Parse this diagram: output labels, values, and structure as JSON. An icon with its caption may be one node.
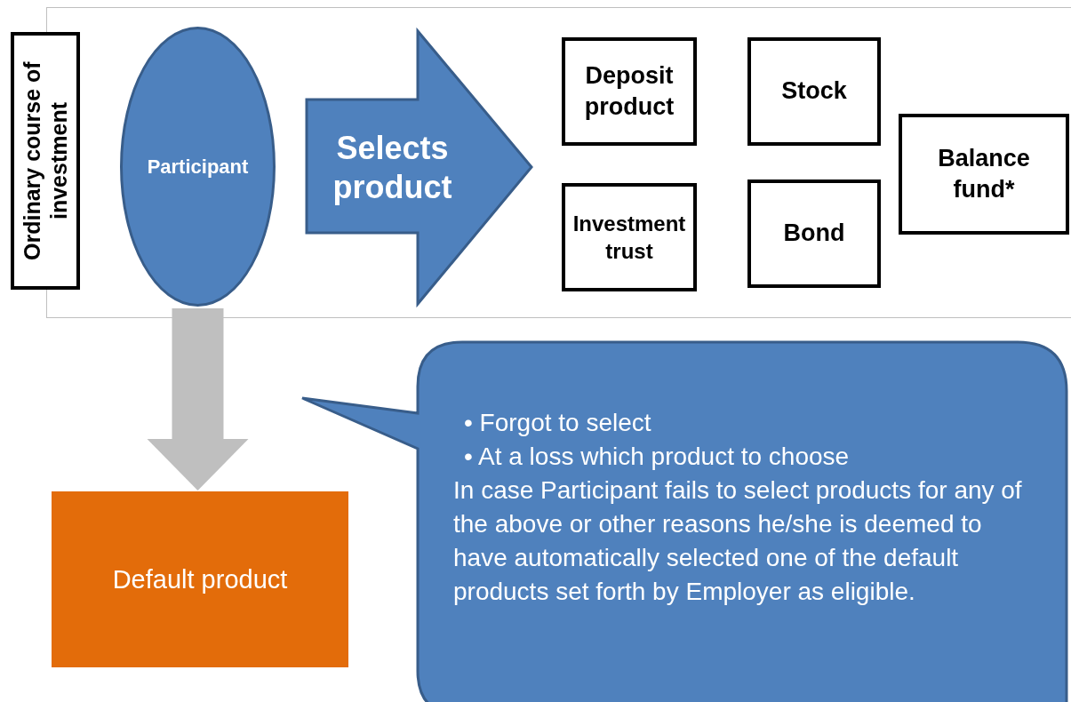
{
  "diagram": {
    "nodes": [
      {
        "text": [
          "Ordinary course of investment"
        ]
      },
      {
        "text": [
          "Participant"
        ]
      },
      {
        "text": [
          "Selects product"
        ]
      },
      {
        "text": [
          "Deposit product"
        ]
      },
      {
        "text": [
          "Stock"
        ]
      },
      {
        "text": [
          "Balance fund*"
        ]
      },
      {
        "text": [
          "Investment trust"
        ]
      },
      {
        "text": [
          "Bond"
        ]
      },
      {
        "text": [
          "Default product"
        ]
      },
      {
        "text": [
          "• Forgot to select",
          "• At a loss which product to choose",
          "In case Participant fails to select products for any of the above or other reasons he/she is deemed to have automatically selected one of the default products set forth by Employer as eligible."
        ]
      }
    ],
    "edges": [
      {
        "from": 1,
        "to": 8,
        "arrow": "to",
        "color": "#bfbfbf"
      }
    ]
  }
}
